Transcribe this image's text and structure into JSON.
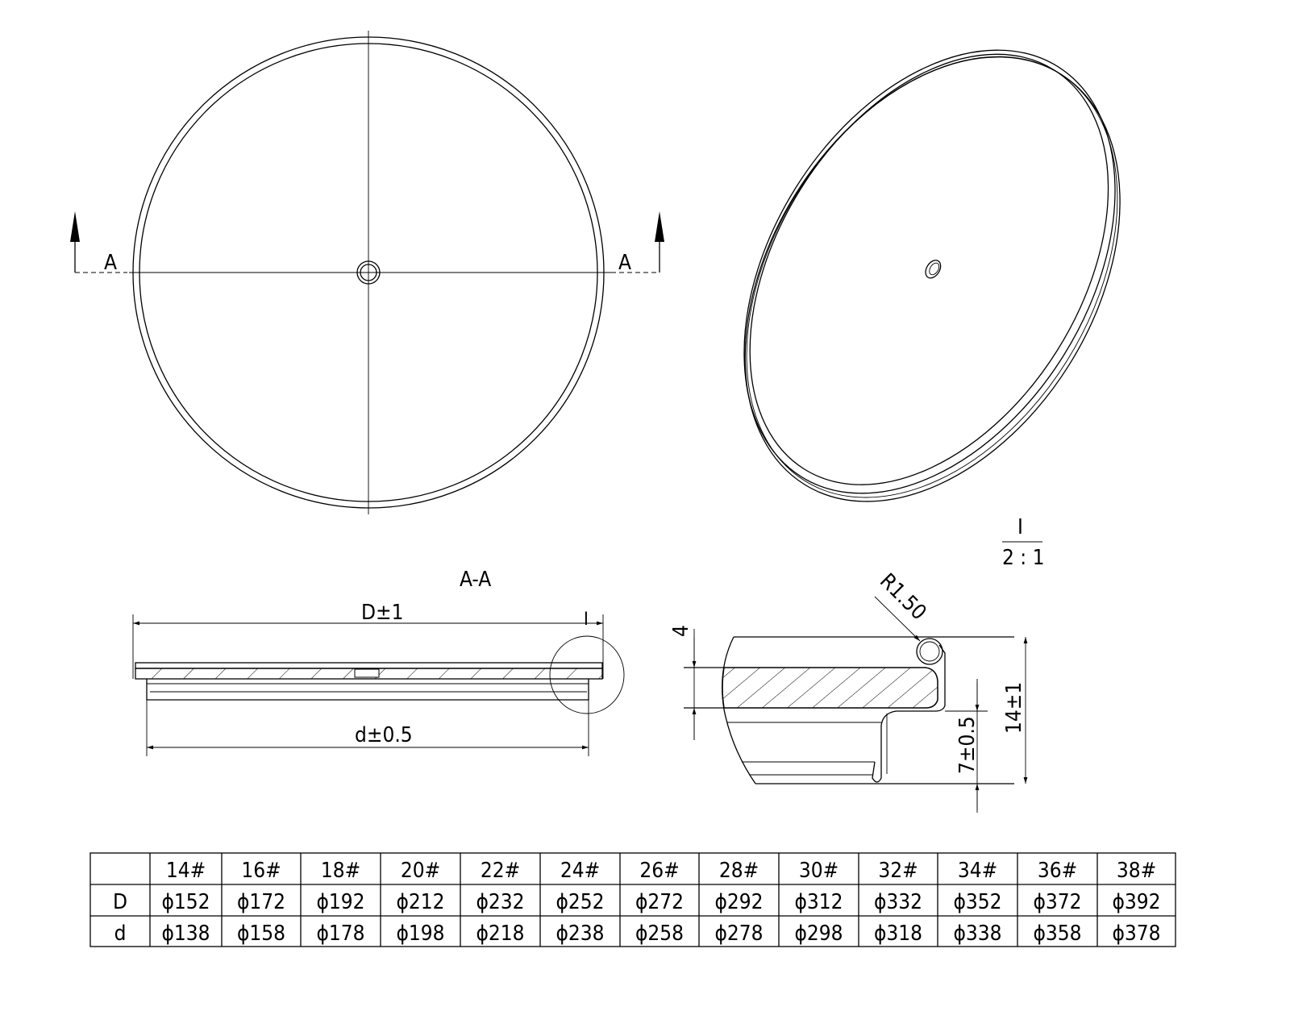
{
  "section_marks": {
    "left": "A",
    "right": "A"
  },
  "section_view": {
    "title": "A-A",
    "outer_dim": "D±1",
    "inner_dim": "d±0.5",
    "detail_ref": "I"
  },
  "detail_view": {
    "label": "I",
    "scale": "2 : 1",
    "radius": "R1.50",
    "thickness": "4",
    "height": "14±1",
    "skirt": "7±0.5"
  },
  "table": {
    "header": [
      "",
      "14#",
      "16#",
      "18#",
      "20#",
      "22#",
      "24#",
      "26#",
      "28#",
      "30#",
      "32#",
      "34#",
      "36#",
      "38#"
    ],
    "rows": [
      [
        "D",
        "ϕ152",
        "ϕ172",
        "ϕ192",
        "ϕ212",
        "ϕ232",
        "ϕ252",
        "ϕ272",
        "ϕ292",
        "ϕ312",
        "ϕ332",
        "ϕ352",
        "ϕ372",
        "ϕ392"
      ],
      [
        "d",
        "ϕ138",
        "ϕ158",
        "ϕ178",
        "ϕ198",
        "ϕ218",
        "ϕ238",
        "ϕ258",
        "ϕ278",
        "ϕ298",
        "ϕ318",
        "ϕ338",
        "ϕ358",
        "ϕ378"
      ]
    ]
  }
}
